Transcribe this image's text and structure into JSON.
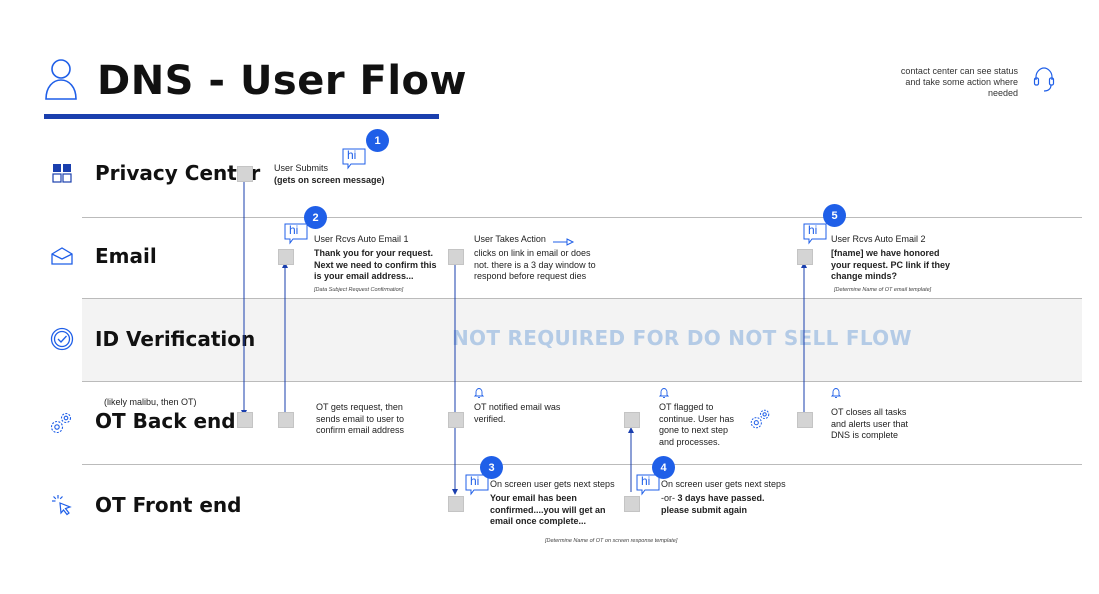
{
  "page": {
    "title": "DNS - User Flow",
    "contact_note": "contact center can see status and take some action where needed",
    "watermark": "NOT REQUIRED FOR DO NOT SELL FLOW",
    "hi_text": "hi",
    "accent_color": "#1f5fe8"
  },
  "lanes": {
    "privacy_center": "Privacy Center",
    "email": "Email",
    "id_verification": "ID Verification",
    "ot_backend": "OT Back end",
    "ot_backend_note": "(likely malibu, then OT)",
    "ot_frontend": "OT Front end"
  },
  "steps": {
    "s1": {
      "badge": "1",
      "line1": "User Submits",
      "line2": "(gets on screen message)"
    },
    "s2": {
      "badge": "2",
      "title": "User Rcvs Auto Email 1",
      "body": "Thank you for your request. Next we need to confirm this is your email address...",
      "note": "[Data Subject Request Confirmation]"
    },
    "action": {
      "title": "User Takes Action",
      "body": "clicks on link in email or does not. there is a 3 day window to respond before request dies"
    },
    "s5": {
      "badge": "5",
      "title": "User Rcvs Auto Email 2",
      "body": "[fname] we have honored your request. PC link if they change minds?",
      "note": "[Determine Name of OT email template]"
    },
    "ot_get": "OT gets request, then sends email to user to confirm email address",
    "ot_notified": "OT notified email was verified.",
    "ot_flagged": "OT flagged to continue. User has gone to next step and processes.",
    "ot_closes": "OT closes all tasks and alerts user that DNS is complete",
    "s3": {
      "badge": "3",
      "title": "On screen user gets next steps",
      "body": "Your email has been confirmed....you will get an email once complete..."
    },
    "s4": {
      "badge": "4",
      "title": "On screen user gets next steps",
      "pre": "-or- ",
      "body_bold": "3 days have passed. please submit again"
    },
    "front_note": "[Determine Name of OT on screen response template]"
  },
  "icons": {
    "header": "user-icon",
    "contact": "headset-icon",
    "privacy_center": "grid-icon",
    "email": "envelope-icon",
    "id_verification": "check-badge-icon",
    "ot_backend": "gear-icon",
    "ot_frontend": "click-icon",
    "notify": "bell-icon",
    "action": "arrow-icon"
  }
}
